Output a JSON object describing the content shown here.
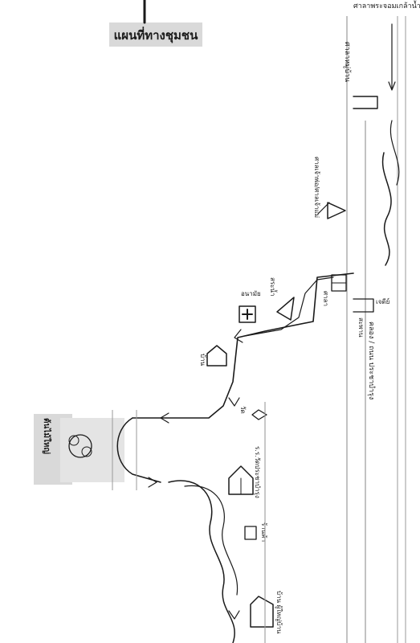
{
  "map": {
    "title": "แผนที่ทางชุมชน",
    "labels": {
      "top_right": "ศาลาพระจอมเกล้าน้ำ",
      "upper_right": "ศาลาหมู่บ้าน",
      "shrine": "ศาลเจ้าพ่อ/ศาลเจ้าแม่",
      "hospital": "อนามัย",
      "pond": "สระน้ำ",
      "temple_upper": "ศาลา",
      "house_upper": "บ้าน",
      "temple_mid": "วัด",
      "old_tree": "ต้นไม้ใหญ่",
      "school": "ร.ร.วัดประชาบำรุง",
      "store": "ร้านค้า",
      "village_head": "บ้าน ผู้ใหญ่บ้าน",
      "canal": "คลอง / ถนน ประชาบำรุง",
      "bridge": "สะพาน",
      "pagoda": "เจดีย์"
    },
    "icons": [
      "hospital-cross-icon",
      "house-icon",
      "temple-icon",
      "tree-icon",
      "school-icon",
      "store-icon",
      "pond-icon",
      "flag-icon"
    ]
  }
}
